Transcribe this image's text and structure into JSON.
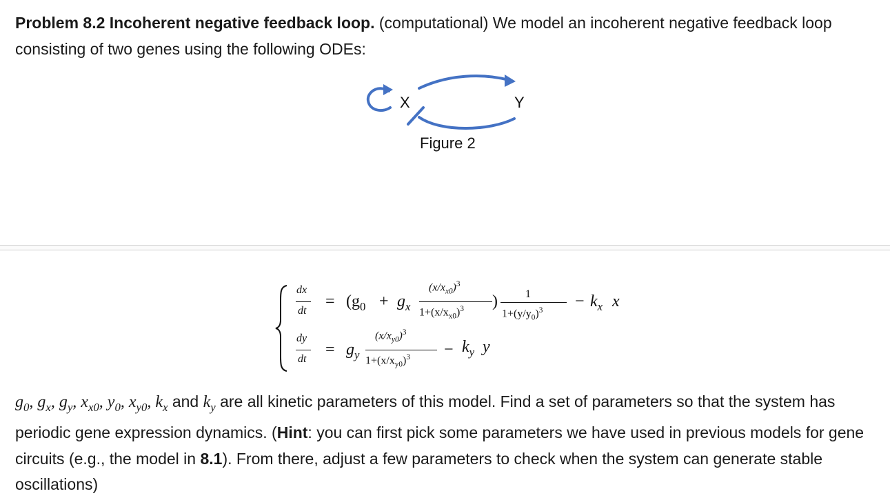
{
  "intro": {
    "title_bold": "Problem 8.2 Incoherent negative feedback loop.",
    "text": " (computational) We model an incoherent negative feedback loop consisting of two genes using the following ODEs:"
  },
  "figure": {
    "node_x": "X",
    "node_y": "Y",
    "caption": "Figure 2",
    "arrow_color": "#4472c4"
  },
  "equations": {
    "eq1": {
      "lhs_num": "dx",
      "lhs_den": "dt",
      "eq": "=",
      "open": "(g",
      "g0_sub": "0",
      "plus": "+",
      "gx": "g",
      "gx_sub": "x",
      "frac1_num": "(x/x",
      "frac1_num_sub": "x0",
      "frac1_num_tail": ")",
      "frac1_num_sup": "3",
      "frac1_den": "1+(x/x",
      "frac1_den_sub": "x0",
      "frac1_den_tail": ")",
      "frac1_den_sup": "3",
      "close": ")",
      "frac2_num": "1",
      "frac2_den": "1+(y/y",
      "frac2_den_sub": "0",
      "frac2_den_tail": ")",
      "frac2_den_sup": "3",
      "minus": "−",
      "k": "k",
      "k_sub": "x",
      "var": "x"
    },
    "eq2": {
      "lhs_num": "dy",
      "lhs_den": "dt",
      "eq": "=",
      "gy": "g",
      "gy_sub": "y",
      "frac_num": "(x/x",
      "frac_num_sub": "y0",
      "frac_num_tail": ")",
      "frac_num_sup": "3",
      "frac_den": "1+(x/x",
      "frac_den_sub": "y0",
      "frac_den_tail": ")",
      "frac_den_sup": "3",
      "minus": "−",
      "k": "k",
      "k_sub": "y",
      "var": "y"
    }
  },
  "bottom": {
    "params": {
      "g0": "g",
      "g0_sub": "0",
      "gx": "g",
      "gx_sub": "x",
      "gy": "g",
      "gy_sub": "y",
      "xx0": "x",
      "xx0_sub": "x0",
      "y0": "y",
      "y0_sub": "0",
      "xy0": "x",
      "xy0_sub": "y0",
      "kx": "k",
      "kx_sub": "x",
      "ky": "k",
      "ky_sub": "y",
      "sep": ",",
      "and": "and"
    },
    "text1": " are all kinetic parameters of this model. Find a set of parameters so that the system has periodic gene expression dynamics. (",
    "hint_bold": "Hint",
    "text2": ": you can first pick some parameters we have used in previous models for gene circuits (e.g., the model in ",
    "ref_bold": "8.1",
    "text3": "). From there, adjust a few parameters to check when the system can generate stable oscillations)"
  }
}
